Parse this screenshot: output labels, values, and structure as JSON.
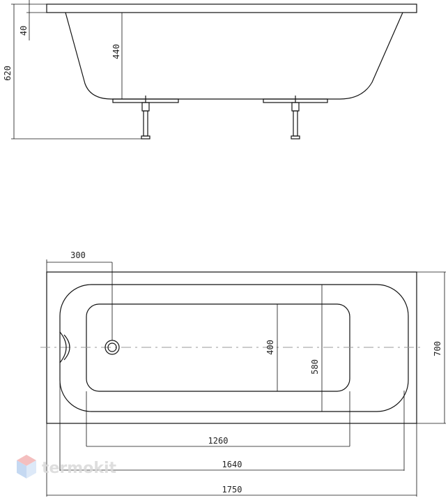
{
  "side_view": {
    "dimensions": {
      "rim_height": "40",
      "inner_depth": "440",
      "total_height": "620"
    }
  },
  "top_view": {
    "dimensions": {
      "drain_offset": "300",
      "bottom_width": "400",
      "inner_width": "580",
      "outer_width": "700",
      "bottom_length": "1260",
      "inner_length": "1640",
      "outer_length": "1750"
    }
  },
  "watermark": {
    "text": "termokit",
    "colors": {
      "logo_top": "#f3b4b4",
      "logo_left": "#bcd3f0",
      "logo_right": "#d8e6f7"
    }
  }
}
